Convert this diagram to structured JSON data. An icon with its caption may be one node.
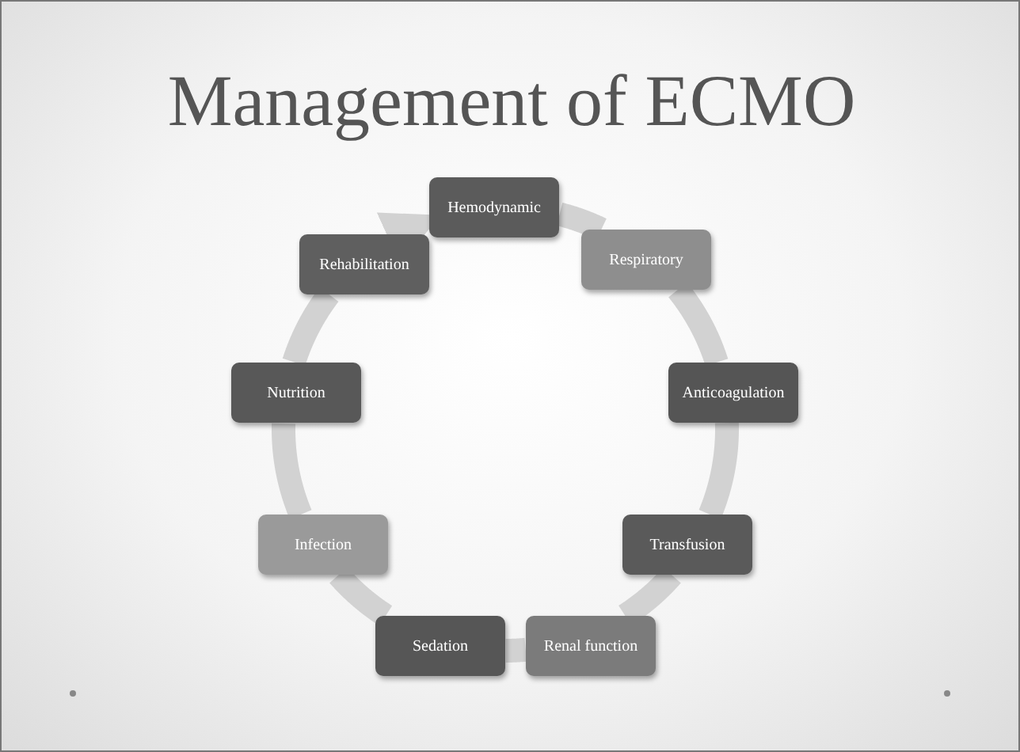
{
  "diagram": {
    "title": "Management of ECMO",
    "nodes": [
      {
        "text": [
          "Hemodynamic"
        ]
      },
      {
        "text": [
          "Respiratory"
        ]
      },
      {
        "text": [
          "Anticoagulation"
        ]
      },
      {
        "text": [
          "Transfusion"
        ]
      },
      {
        "text": [
          "Renal function"
        ]
      },
      {
        "text": [
          "Sedation"
        ]
      },
      {
        "text": [
          "Infection"
        ]
      },
      {
        "text": [
          "Nutrition"
        ]
      },
      {
        "text": [
          "Rehabilitation"
        ]
      }
    ],
    "edges": [
      {
        "from": 0,
        "to": 1,
        "arrow": "none"
      },
      {
        "from": 1,
        "to": 2,
        "arrow": "none"
      },
      {
        "from": 2,
        "to": 3,
        "arrow": "none"
      },
      {
        "from": 3,
        "to": 4,
        "arrow": "none"
      },
      {
        "from": 4,
        "to": 5,
        "arrow": "none"
      },
      {
        "from": 5,
        "to": 6,
        "arrow": "none"
      },
      {
        "from": 6,
        "to": 7,
        "arrow": "none"
      },
      {
        "from": 7,
        "to": 8,
        "arrow": "none"
      },
      {
        "from": 8,
        "to": 0,
        "arrow": "to"
      }
    ]
  }
}
